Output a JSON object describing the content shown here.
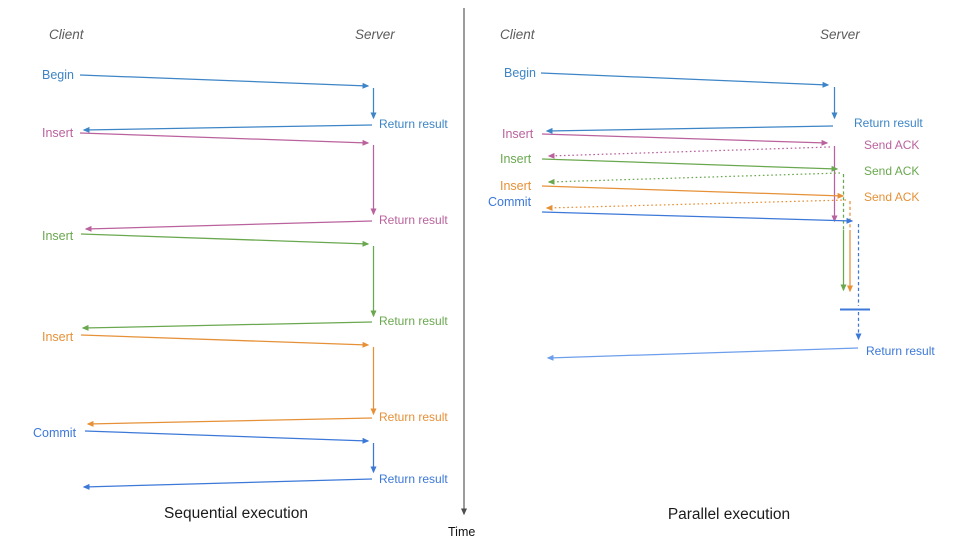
{
  "colors": {
    "begin_blue": "#3d85c6",
    "insert_pink": "#ba629d",
    "insert_green": "#6aa84f",
    "insert_orange": "#e69138",
    "commit_blue": "#3c78d8",
    "final_return_light_blue": "#6d9eeb",
    "time_axis_gray": "#4d4d4d",
    "lifeline_header_gray": "#5c5c5c"
  },
  "time_axis": {
    "label": "Time"
  },
  "sequential": {
    "title": "Sequential execution",
    "client": "Client",
    "server": "Server",
    "rows": [
      {
        "label": "Begin",
        "return": "Return result"
      },
      {
        "label": "Insert",
        "return": "Return result"
      },
      {
        "label": "Insert",
        "return": "Return result"
      },
      {
        "label": "Insert",
        "return": "Return result"
      },
      {
        "label": "Commit",
        "return": "Return result"
      }
    ]
  },
  "parallel": {
    "title": "Parallel execution",
    "client": "Client",
    "server": "Server",
    "begin": {
      "label": "Begin",
      "return": "Return result"
    },
    "inserts": [
      {
        "label": "Insert",
        "ack": "Send ACK"
      },
      {
        "label": "Insert",
        "ack": "Send ACK"
      },
      {
        "label": "Insert",
        "ack": "Send ACK"
      }
    ],
    "commit": {
      "label": "Commit",
      "return": "Return result"
    }
  }
}
